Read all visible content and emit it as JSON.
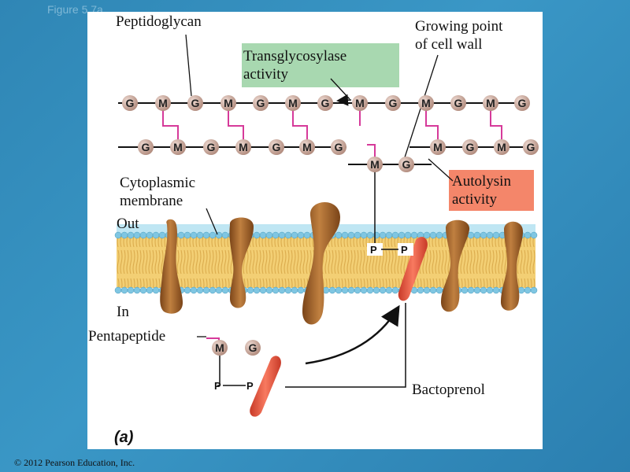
{
  "figure_label": "Figure 5.7a",
  "copyright": "© 2012 Pearson Education, Inc.",
  "panel_label": "(a)",
  "labels": {
    "peptidoglycan": "Peptidoglycan",
    "transglycosylase_line1": "Transglycosylase",
    "transglycosylase_line2": "activity",
    "growing_point_line1": "Growing point",
    "growing_point_line2": "of cell wall",
    "cytoplasmic_line1": "Cytoplasmic",
    "cytoplasmic_line2": "membrane",
    "out": "Out",
    "autolysin_line1": "Autolysin",
    "autolysin_line2": "activity",
    "in": "In",
    "pentapeptide": "Pentapeptide",
    "bactoprenol": "Bactoprenol"
  },
  "chains": {
    "row1": [
      "G",
      "M",
      "G",
      "M",
      "G",
      "M",
      "G",
      "M",
      "G",
      "M",
      "G",
      "M",
      "G"
    ],
    "row2_left": [
      "G",
      "M",
      "G",
      "M",
      "G",
      "M",
      "G"
    ],
    "row2_right": [
      "M",
      "G",
      "M",
      "G"
    ],
    "new_unit": [
      "M",
      "G"
    ],
    "precursor": [
      "M",
      "G"
    ]
  },
  "phosphates": {
    "membrane": [
      "P",
      "P"
    ],
    "precursor": [
      "P",
      "P"
    ]
  },
  "colors": {
    "background": "#2f86b5",
    "transglycosylase_box": "#a8d8b0",
    "autolysin_box": "#f4866a",
    "bead": "#c9a79a",
    "crosslink": "#d63a9a",
    "protein": "#a0642a",
    "bactoprenol": "#e8503a",
    "lipid_head": "#8fd0e8",
    "lipid_tail": "#f0c460"
  }
}
